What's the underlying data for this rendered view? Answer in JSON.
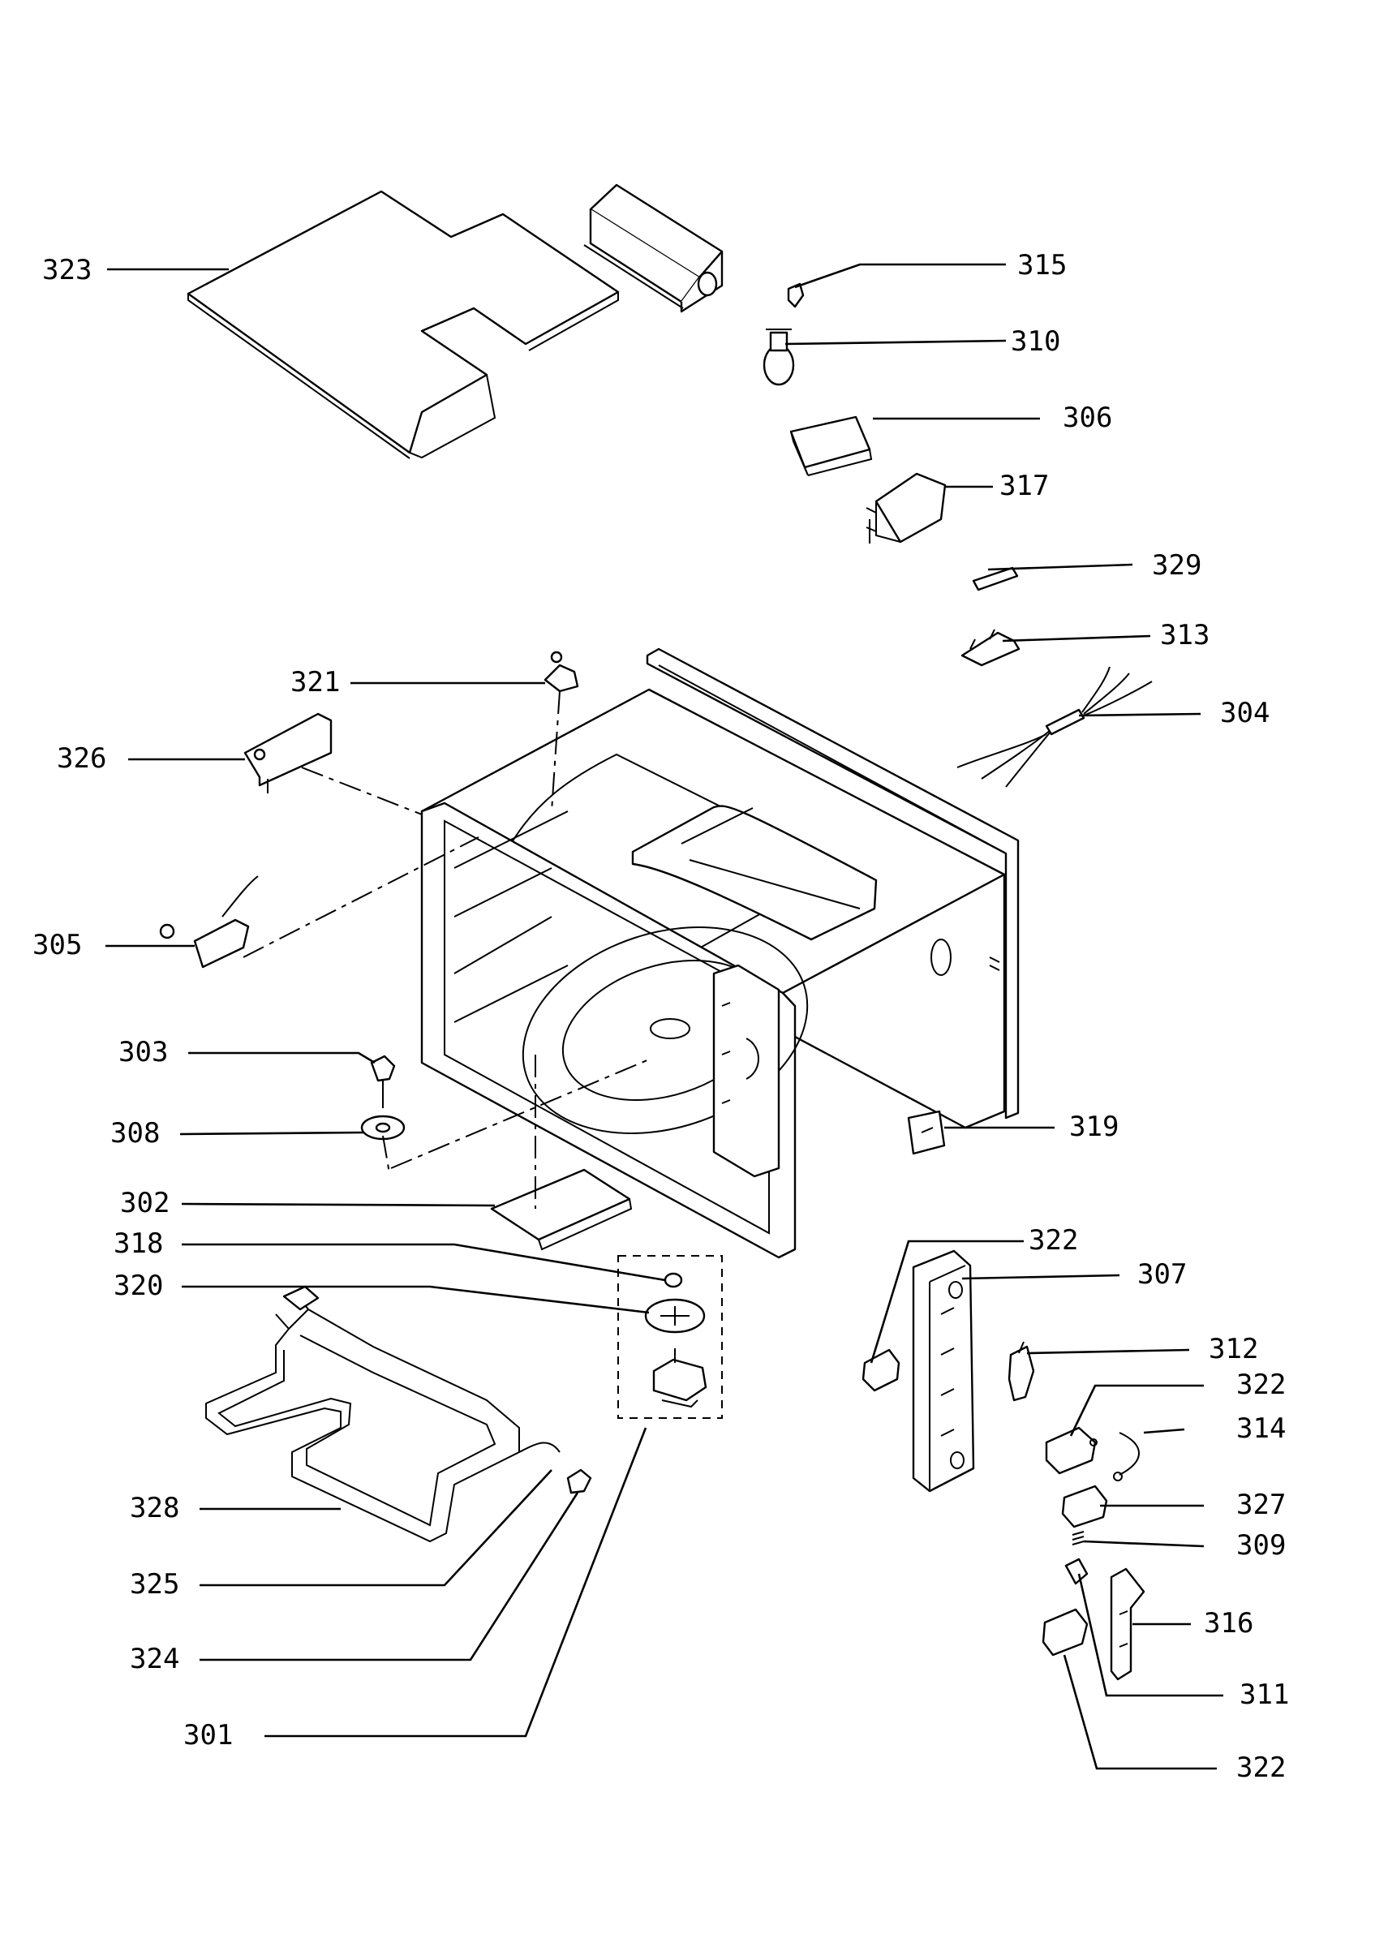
{
  "labels": [
    {
      "id": "323",
      "text": "323"
    },
    {
      "id": "315",
      "text": "315"
    },
    {
      "id": "310",
      "text": "310"
    },
    {
      "id": "306",
      "text": "306"
    },
    {
      "id": "317",
      "text": "317"
    },
    {
      "id": "329",
      "text": "329"
    },
    {
      "id": "313",
      "text": "313"
    },
    {
      "id": "304",
      "text": "304"
    },
    {
      "id": "321",
      "text": "321"
    },
    {
      "id": "326",
      "text": "326"
    },
    {
      "id": "305",
      "text": "305"
    },
    {
      "id": "303",
      "text": "303"
    },
    {
      "id": "308",
      "text": "308"
    },
    {
      "id": "319",
      "text": "319"
    },
    {
      "id": "302",
      "text": "302"
    },
    {
      "id": "322a",
      "text": "322"
    },
    {
      "id": "318",
      "text": "318"
    },
    {
      "id": "307",
      "text": "307"
    },
    {
      "id": "320",
      "text": "320"
    },
    {
      "id": "312",
      "text": "312"
    },
    {
      "id": "322b",
      "text": "322"
    },
    {
      "id": "314",
      "text": "314"
    },
    {
      "id": "328",
      "text": "328"
    },
    {
      "id": "327",
      "text": "327"
    },
    {
      "id": "309",
      "text": "309"
    },
    {
      "id": "325",
      "text": "325"
    },
    {
      "id": "316",
      "text": "316"
    },
    {
      "id": "324",
      "text": "324"
    },
    {
      "id": "311",
      "text": "311"
    },
    {
      "id": "301",
      "text": "301"
    },
    {
      "id": "322c",
      "text": "322"
    }
  ]
}
